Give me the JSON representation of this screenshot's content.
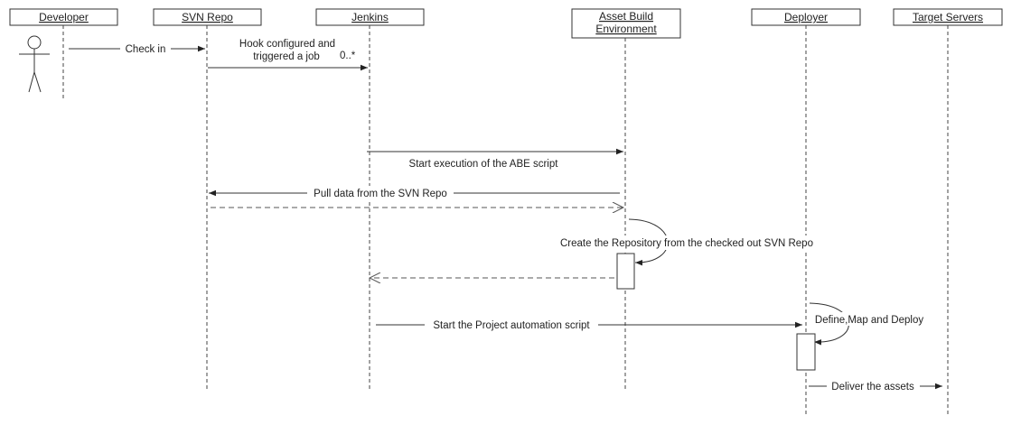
{
  "participants": [
    {
      "id": "developer",
      "label": "Developer"
    },
    {
      "id": "svn",
      "label": "SVN Repo"
    },
    {
      "id": "jenkins",
      "label": "Jenkins"
    },
    {
      "id": "abe",
      "label": "Asset Build Environment",
      "lines": [
        "Asset Build",
        "Environment"
      ]
    },
    {
      "id": "deployer",
      "label": "Deployer"
    },
    {
      "id": "target",
      "label": "Target Servers"
    }
  ],
  "messages": [
    {
      "id": "check-in",
      "label": "Check in"
    },
    {
      "id": "hook",
      "lines": [
        "Hook configured and",
        "triggered a job"
      ],
      "multiplicity": "0..*"
    },
    {
      "id": "start-abe",
      "label": "Start execution of the ABE script"
    },
    {
      "id": "pull-data",
      "label": "Pull data from the SVN Repo"
    },
    {
      "id": "svn-return",
      "label": ""
    },
    {
      "id": "create-repo",
      "label": "Create the Repository from the checked out SVN Repo"
    },
    {
      "id": "abe-return",
      "label": ""
    },
    {
      "id": "start-project",
      "label": "Start the Project automation script"
    },
    {
      "id": "define-map-deploy",
      "label": "Define,Map and Deploy"
    },
    {
      "id": "deliver",
      "label": "Deliver the assets"
    }
  ]
}
